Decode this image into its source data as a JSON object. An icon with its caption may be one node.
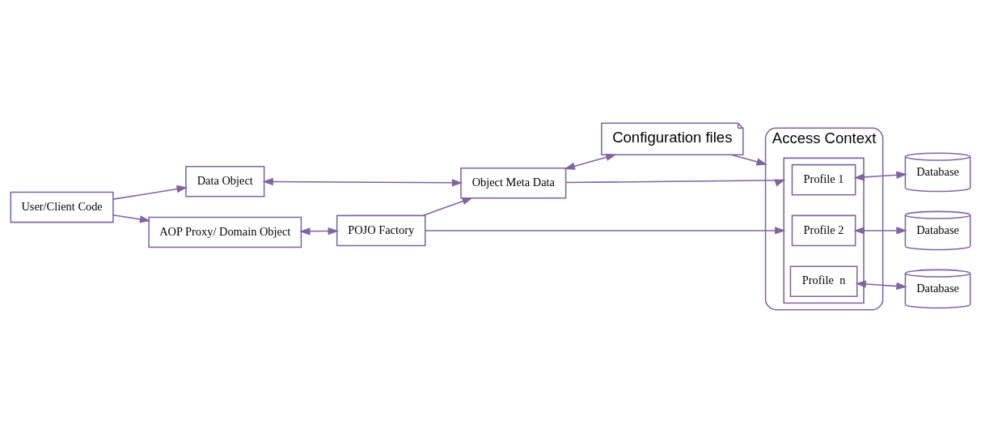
{
  "diagram": {
    "nodes": [
      {
        "text": [
          "User/Client Code"
        ]
      },
      {
        "text": [
          "Data Object"
        ]
      },
      {
        "text": [
          "AOP Proxy/ Domain Object"
        ]
      },
      {
        "text": [
          "Object Meta Data"
        ]
      },
      {
        "text": [
          "POJO Factory"
        ]
      },
      {
        "text": [
          "Configuration files"
        ]
      },
      {
        "text": [
          "Access Context"
        ]
      },
      {
        "text": [],
        "shape": "box",
        "in": 6
      },
      {
        "text": [
          "Profile 1"
        ],
        "in": 7
      },
      {
        "text": [
          "Profile 2"
        ],
        "in": 7
      },
      {
        "text": [
          "Profile  n"
        ],
        "in": 7
      },
      {
        "text": [
          "Database"
        ]
      },
      {
        "text": [
          "Database"
        ]
      },
      {
        "text": [
          "Database"
        ]
      }
    ],
    "edges": [
      {
        "from": 0,
        "to": 1,
        "arrow": "to"
      },
      {
        "from": 0,
        "to": 2,
        "arrow": "to"
      },
      {
        "from": 1,
        "to": 3,
        "arrow": "both"
      },
      {
        "from": 2,
        "to": 4,
        "arrow": "both"
      },
      {
        "from": 4,
        "to": 3,
        "arrow": "to"
      },
      {
        "from": 3,
        "to": 5,
        "arrow": "both"
      },
      {
        "from": 5,
        "to": 6,
        "arrow": "to"
      },
      {
        "from": 3,
        "to": 7,
        "arrow": "to"
      },
      {
        "from": 4,
        "to": 7,
        "arrow": "to"
      },
      {
        "from": 8,
        "to": 11,
        "arrow": "both"
      },
      {
        "from": 9,
        "to": 12,
        "arrow": "both"
      },
      {
        "from": 10,
        "to": 13,
        "arrow": "both"
      }
    ]
  }
}
